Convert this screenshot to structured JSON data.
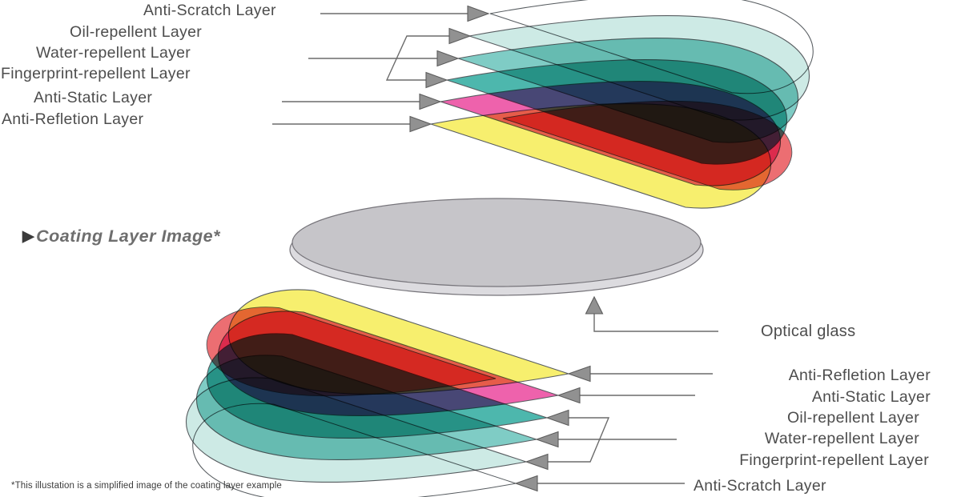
{
  "heading": {
    "marker": "▶",
    "text": "Coating Layer Image*"
  },
  "footnote": "*This illustation is a simplified image of the coating layer example",
  "glass": {
    "label": "Optical glass"
  },
  "top_stack": {
    "labels": [
      "Anti-Scratch Layer",
      "Oil-repellent Layer",
      "Water-repellent Layer",
      "Fingerprint-repellent Layer",
      "Anti-Static Layer",
      "Anti-Refletion Layer"
    ]
  },
  "bottom_stack": {
    "labels": [
      "Anti-Refletion Layer",
      "Anti-Static Layer",
      "Oil-repellent Layer",
      "Water-repellent Layer",
      "Fingerprint-repellent Layer",
      "Anti-Scratch Layer"
    ]
  },
  "sheet_colors": {
    "anti_scratch": "none",
    "oil_repellent": "#cdeae5",
    "water_repellent": "#7fccc5",
    "fingerprint_repellent": "#4db7ad",
    "anti_static": "#ee62ac",
    "accent_red": "#ec6e72",
    "anti_reflection": "#f7ef6e"
  },
  "diagram_colors": {
    "glass_top": "#c6c5c9",
    "glass_rim": "#dcdbdf",
    "glass_stroke": "#76747a",
    "sheet_stroke": "#575c60",
    "line": "#6b6b6b",
    "arrow_fill": "#919191",
    "arrow_stroke": "#5c5c5c"
  }
}
